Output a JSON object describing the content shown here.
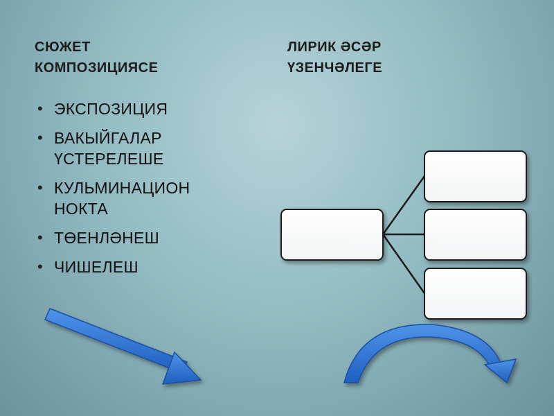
{
  "headings": {
    "left": [
      "СЮЖЕТ",
      "КОМПОЗИЦИЯСЕ"
    ],
    "right": [
      "ЛИРИК ӘСӘР",
      "ҮЗЕНЧӘЛЕГЕ"
    ]
  },
  "list": [
    [
      "ЭКСПОЗИЦИЯ"
    ],
    [
      "ВАКЫЙГАЛАР",
      "ҮСТЕРЕЛЕШЕ"
    ],
    [
      "КУЛЬМИНАЦИОН",
      "НОКТА"
    ],
    [
      "ТӨЕНЛӘНЕШ"
    ],
    [
      "ЧИШЕЛЕШ"
    ]
  ],
  "colors": {
    "arrow": "#2f78d6",
    "arrow_dark": "#1a4f9e",
    "box_fill": "#ffffff",
    "box_stroke": "#1a1a1a"
  }
}
